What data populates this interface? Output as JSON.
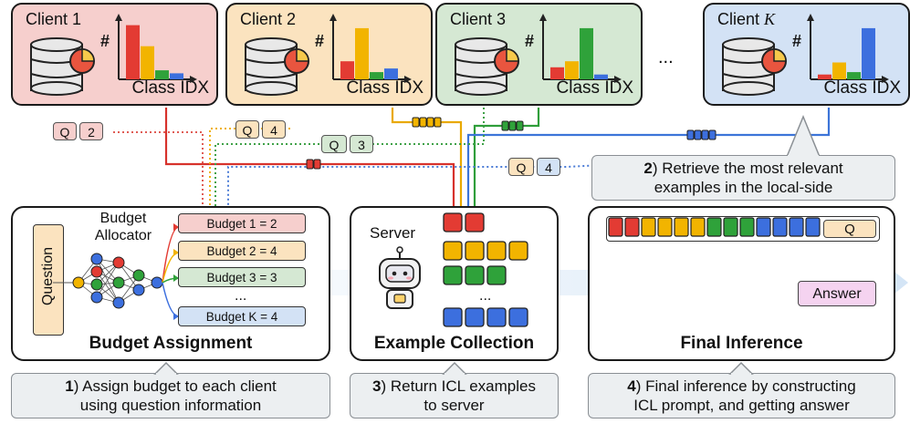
{
  "clients": [
    {
      "title": "Client 1",
      "bg": "#f6cfcd",
      "bars": [
        0.9,
        0.55,
        0.15,
        0.1
      ],
      "q_label": "Q",
      "q_value": "2"
    },
    {
      "title": "Client 2",
      "bg": "#fbe3bf",
      "bars": [
        0.3,
        0.85,
        0.12,
        0.18
      ],
      "q_label": "Q",
      "q_value": "4"
    },
    {
      "title": "Client 3",
      "bg": "#d5e8d3",
      "bars": [
        0.2,
        0.3,
        0.85,
        0.08
      ],
      "q_label": "Q",
      "q_value": "3"
    },
    {
      "title": "Client K",
      "bg": "#d3e2f5",
      "bars": [
        0.08,
        0.28,
        0.12,
        0.85
      ],
      "q_label": "Q",
      "q_value": "4"
    }
  ],
  "bar_colors": [
    "#e33b33",
    "#f2b400",
    "#2fa23a",
    "#3c6fde"
  ],
  "axis_y_label": "#",
  "axis_x_label": "Class IDX",
  "ellipsis_top": "...",
  "budget": {
    "allocator_label_1": "Budget",
    "allocator_label_2": "Allocator",
    "question_label": "Question",
    "items": [
      {
        "label": "Budget 1 = 2",
        "bg": "#f6cfcd"
      },
      {
        "label": "Budget 2 = 4",
        "bg": "#fbe3bf"
      },
      {
        "label": "Budget 3 = 3",
        "bg": "#d5e8d3"
      },
      {
        "label": "Budget K = 4",
        "bg": "#d3e2f5"
      }
    ],
    "ellipsis": "...",
    "title": "Budget Assignment"
  },
  "collection": {
    "server_label": "Server",
    "ellipsis": "...",
    "title": "Example Collection"
  },
  "inference": {
    "q_label": "Q",
    "answer_label": "Answer",
    "title": "Final Inference"
  },
  "steps": {
    "s1_num": "1",
    "s1_line1": ") Assign budget to each client",
    "s1_line2": "using question information",
    "s2_num": "2",
    "s2_line1": ") Retrieve the most relevant",
    "s2_line2": "examples in the local-side",
    "s3_num": "3",
    "s3_line1": ") Return ICL examples",
    "s3_line2": "to server",
    "s4_num": "4",
    "s4_line1": ") Final inference by constructing",
    "s4_line2": "ICL prompt, and getting answer"
  }
}
